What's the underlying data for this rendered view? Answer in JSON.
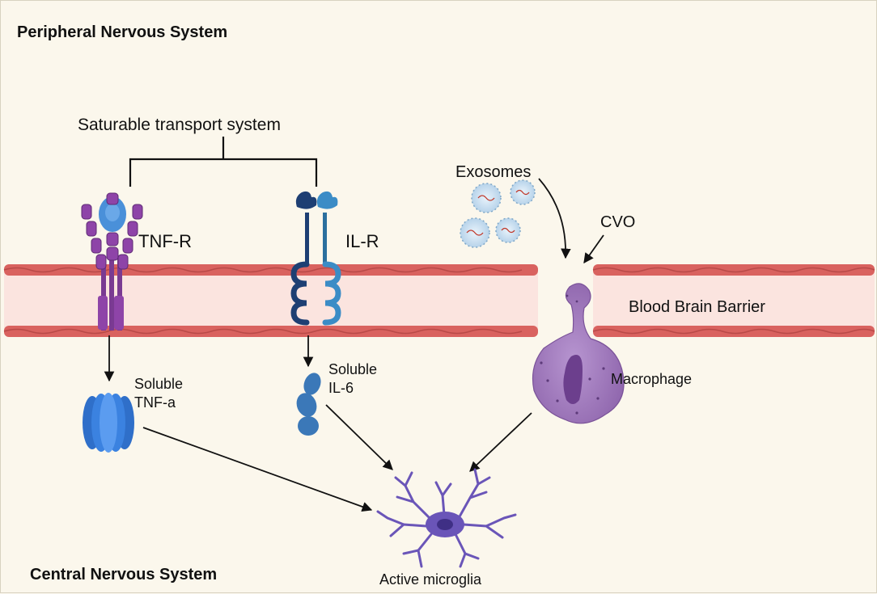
{
  "labels": {
    "pns": "Peripheral Nervous System",
    "cns": "Central Nervous System",
    "transport": "Saturable transport system",
    "tnfr": "TNF-R",
    "ilr": "IL-R",
    "exosomes": "Exosomes",
    "cvo": "CVO",
    "bbb": "Blood Brain Barrier",
    "soluble_tnf_1": "Soluble",
    "soluble_tnf_2": "TNF-a",
    "soluble_il6_1": "Soluble",
    "soluble_il6_2": "IL-6",
    "macrophage": "Macrophage",
    "microglia": "Active microglia"
  },
  "colors": {
    "background": "#fbf7ec",
    "barrier_fill": "#fbe6e2",
    "barrier_cells": "#d9625f",
    "tnf_receptor": "#8e44a8",
    "tnf_soluble": "#3b82e0",
    "il_receptor_dark": "#1e3f73",
    "il_receptor_light": "#3b8cc6",
    "macrophage": "#a57fc0",
    "microglia": "#6a55b8",
    "exosome": "#a9c9e4"
  },
  "icons": [
    "tnf-receptor-icon",
    "il-receptor-icon",
    "exosome-icon",
    "macrophage-icon",
    "microglia-icon",
    "tnf-alpha-icon",
    "il6-icon"
  ]
}
